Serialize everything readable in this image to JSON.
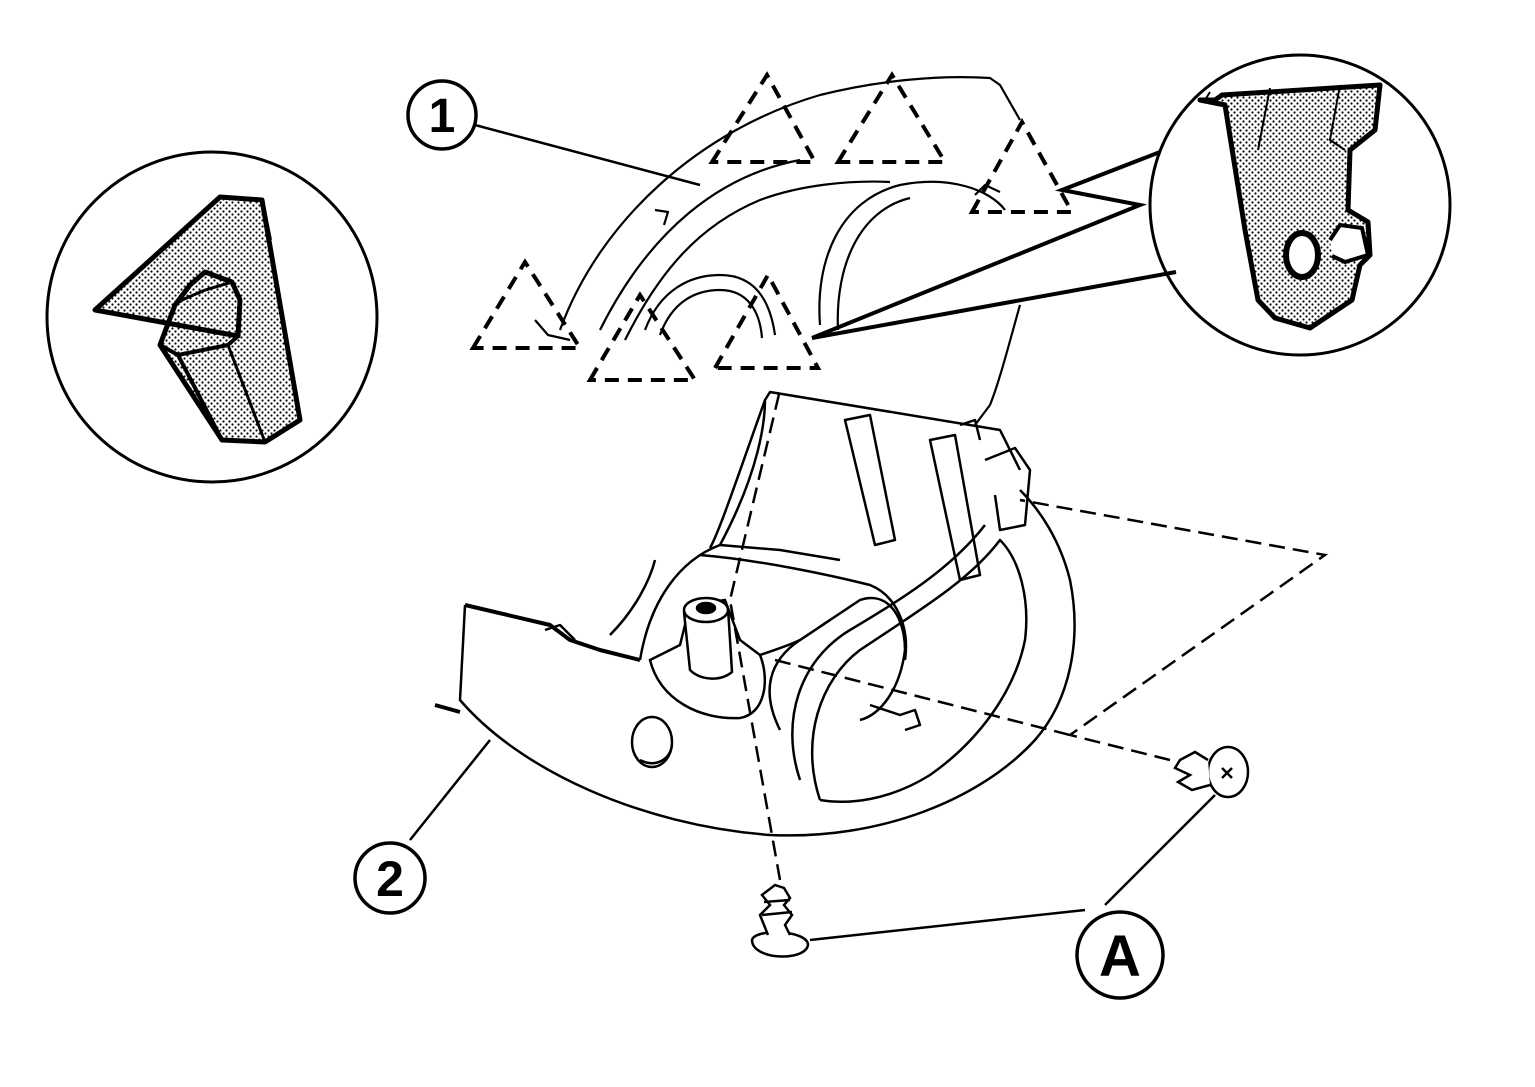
{
  "diagram": {
    "callouts": {
      "upper_cover": "1",
      "lower_cover": "2",
      "screw": "A"
    },
    "colors": {
      "ink": "#000000",
      "paper": "#ffffff",
      "stipple": "#000000"
    }
  }
}
